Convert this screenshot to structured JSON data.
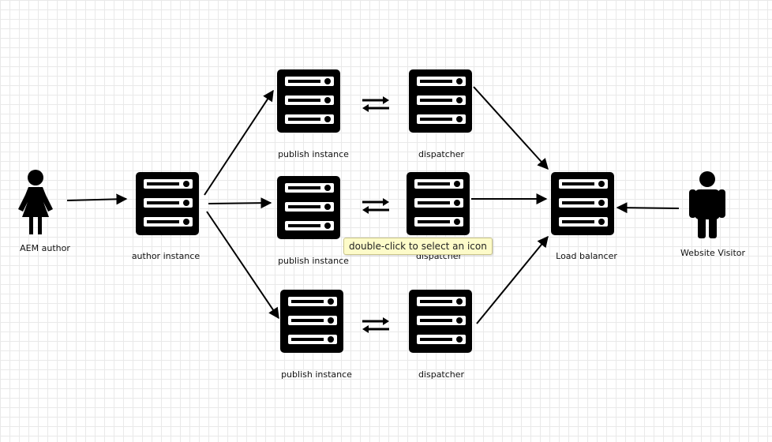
{
  "labels": {
    "aem_author": "AEM author",
    "author_instance": "author instance",
    "publish_top": "publish instance",
    "dispatcher_top": "dispatcher",
    "publish_mid": "publish instance",
    "dispatcher_mid": "dispatcher",
    "publish_bot": "publish instance",
    "dispatcher_bot": "dispatcher",
    "load_balancer": "Load balancer",
    "website_visitor": "Website Visitor"
  },
  "tooltip": "double-click to select an icon",
  "icons": {
    "person": "person-icon",
    "server": "server-icon",
    "sync": "sync-arrows-icon",
    "arrow": "arrow-icon"
  },
  "colors": {
    "ink": "#000000",
    "grid": "#e9e9e9",
    "tooltip_bg": "#fdfbc9"
  }
}
